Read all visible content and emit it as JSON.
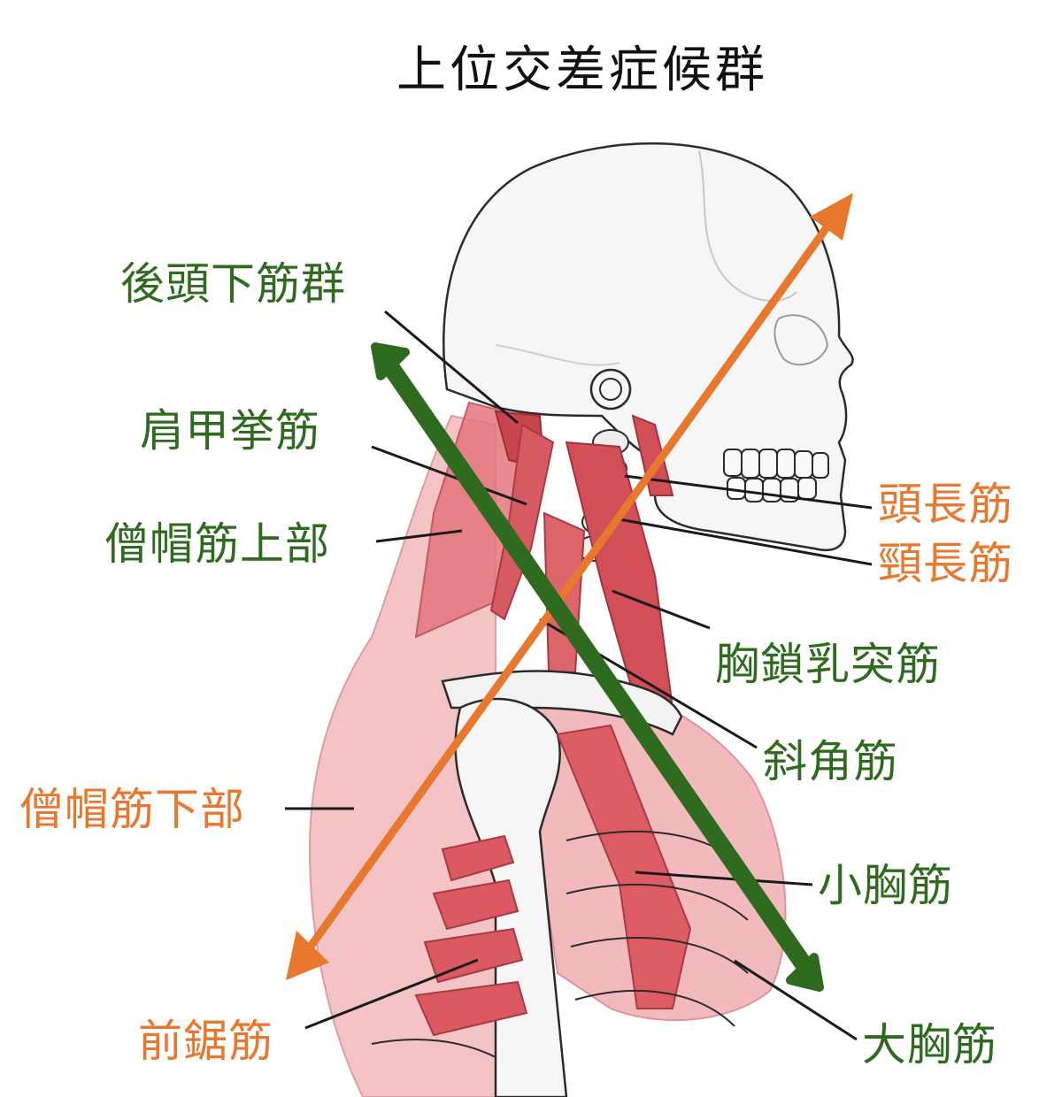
{
  "title": "上位交差症候群",
  "colors": {
    "tight": "#2e6b1e",
    "weak": "#e8782e",
    "muscle": "#d9545d",
    "muscle_light": "#ee9ea4",
    "bone_stroke": "#2b2b2b"
  },
  "labels": {
    "suboccipital": "後頭下筋群",
    "levator_scapulae": "肩甲挙筋",
    "upper_trapezius": "僧帽筋上部",
    "lower_trapezius": "僧帽筋下部",
    "serratus_anterior": "前鋸筋",
    "longus_capitis": "頭長筋",
    "longus_colli": "頸長筋",
    "scm": "胸鎖乳突筋",
    "scalene": "斜角筋",
    "pectoralis_minor": "小胸筋",
    "pectoralis_major": "大胸筋"
  }
}
